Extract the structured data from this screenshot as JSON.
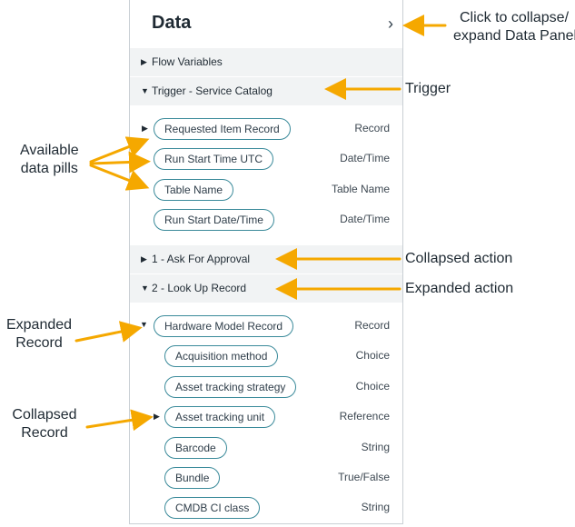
{
  "panel": {
    "title": "Data",
    "collapse_icon": "chevron-right-icon"
  },
  "sections": {
    "flow_variables": "Flow Variables",
    "trigger": "Trigger - Service Catalog",
    "action1": "1 - Ask For Approval",
    "action2": "2 - Look Up Record"
  },
  "trigger_rows": [
    {
      "pill": "Requested Item Record",
      "type": "Record"
    },
    {
      "pill": "Run Start Time UTC",
      "type": "Date/Time"
    },
    {
      "pill": "Table Name",
      "type": "Table Name"
    },
    {
      "pill": "Run Start Date/Time",
      "type": "Date/Time"
    }
  ],
  "action_rows": [
    {
      "pill": "Hardware Model Record",
      "type": "Record"
    },
    {
      "pill": "Acquisition method",
      "type": "Choice"
    },
    {
      "pill": "Asset tracking strategy",
      "type": "Choice"
    },
    {
      "pill": "Asset tracking unit",
      "type": "Reference"
    },
    {
      "pill": "Barcode",
      "type": "String"
    },
    {
      "pill": "Bundle",
      "type": "True/False"
    },
    {
      "pill": "CMDB CI class",
      "type": "String"
    }
  ],
  "annotations": {
    "collapse_line1": "Click to collapse/",
    "collapse_line2": "expand Data Panel",
    "trigger": "Trigger",
    "pills_line1": "Available",
    "pills_line2": "data pills",
    "collapsed_action": "Collapsed action",
    "expanded_action": "Expanded action",
    "expanded_record_line1": "Expanded",
    "expanded_record_line2": "Record",
    "collapsed_record_line1": "Collapsed",
    "collapsed_record_line2": "Record"
  },
  "colors": {
    "arrow": "#f5a800",
    "pill_border": "#3a8a9a",
    "section_bg": "#f1f3f4"
  }
}
